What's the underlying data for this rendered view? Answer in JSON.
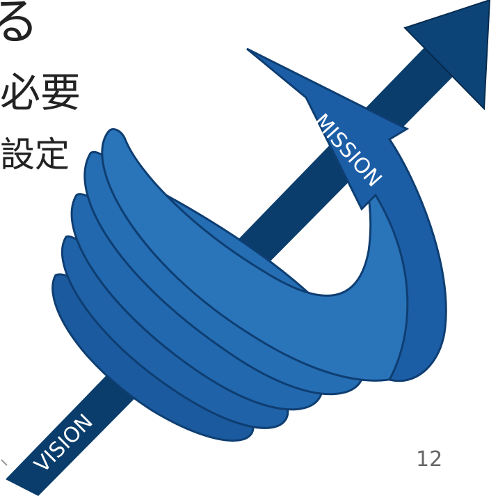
{
  "slide": {
    "text_lines": [
      "る",
      "必要",
      "設定"
    ],
    "page_number": "12"
  },
  "diagram": {
    "arrow_label": "MISSION",
    "tail_label": "VISION",
    "colors": {
      "arrow": "#0a3d6b",
      "ribbon": "#1b5a9e",
      "ribbon_dark": "#0e3e72",
      "label": "#ffffff"
    }
  }
}
